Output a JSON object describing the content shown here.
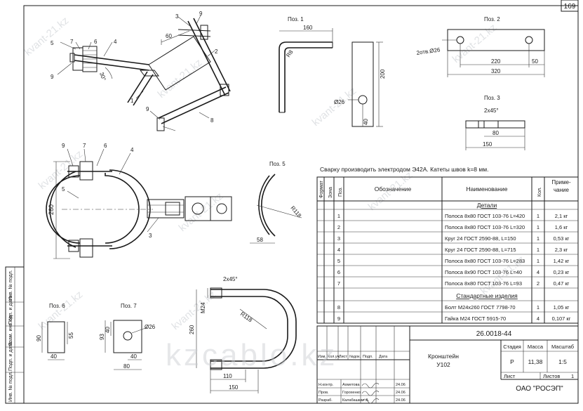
{
  "sheet": {
    "page_number": "169"
  },
  "side_stamp": [
    "Инв. № подл.",
    "Подп. и дата",
    "Взам. инв. №",
    "Подп. и дата",
    "Инв. № подл."
  ],
  "watermark": {
    "diagonal": "kvant-21.kz",
    "center": "kzcablo.kz"
  },
  "assembly_view": {
    "callouts": [
      "1",
      "2",
      "3",
      "4",
      "5",
      "6",
      "7",
      "8",
      "9",
      "9",
      "9"
    ],
    "dims": {
      "d60": "60",
      "angle": "30°"
    }
  },
  "section_view": {
    "callouts": [
      "9",
      "7",
      "6",
      "4",
      "5",
      "3"
    ],
    "dims": {
      "height": "260"
    }
  },
  "pos1": {
    "label": "Поз. 1",
    "dims": {
      "w": "160",
      "h": "200",
      "r": "R8",
      "hole": "Ø26",
      "off": "40"
    }
  },
  "pos2": {
    "label": "Поз. 2",
    "dims": {
      "holes": "2отв.Ø26",
      "a": "220",
      "b": "50",
      "total": "320"
    }
  },
  "pos3": {
    "label": "Поз. 3",
    "dims": {
      "chamfer": "2x45°",
      "a": "80",
      "total": "150"
    }
  },
  "pos5": {
    "label": "Поз. 5",
    "dims": {
      "r": "R118",
      "w": "58"
    }
  },
  "pos6": {
    "label": "Поз. 6",
    "dims": {
      "h": "90",
      "a": "55",
      "w": "40"
    }
  },
  "pos7": {
    "label": "Поз. 7",
    "dims": {
      "h": "93",
      "a": "40",
      "hole": "Ø26",
      "b": "40",
      "w": "80"
    }
  },
  "pos8": {
    "dims": {
      "chamfer": "2x45°",
      "thread": "M24",
      "r": "R118",
      "h": "260",
      "a": "110",
      "total": "150"
    }
  },
  "note": "Сварку производить электродом Э42А. Катеты швов k=8 мм.",
  "spec_table": {
    "headers": {
      "format": "Формат",
      "zone": "Зона",
      "pos": "Поз.",
      "designation": "Обозначение",
      "name": "Наименование",
      "qty": "Кол.",
      "note": "Приме-чание"
    },
    "section_details": "Детали",
    "section_std": "Стандартные изделия",
    "rows": [
      {
        "pos": "1",
        "name": "Полоса 8х80 ГОСТ 103-76 L=420",
        "qty": "1",
        "note": "2,1 кг"
      },
      {
        "pos": "2",
        "name": "Полоса 8х80 ГОСТ 103-76 L=320",
        "qty": "1",
        "note": "1,6 кг"
      },
      {
        "pos": "3",
        "name": "Круг 24 ГОСТ 2590-88, L=150",
        "qty": "1",
        "note": "0,53 кг"
      },
      {
        "pos": "4",
        "name": "Круг 24 ГОСТ 2590-88, L=715",
        "qty": "1",
        "note": "2,3 кг"
      },
      {
        "pos": "5",
        "name": "Полоса 8х80 ГОСТ 103-76 L=283",
        "qty": "1",
        "note": "1,42 кг"
      },
      {
        "pos": "6",
        "name": "Полоса 8х90 ГОСТ 103-76 L=40",
        "qty": "4",
        "note": "0,23 кг"
      },
      {
        "pos": "7",
        "name": "Полоса 8х80 ГОСТ 103-76 L=93",
        "qty": "2",
        "note": "0,47 кг"
      }
    ],
    "std_rows": [
      {
        "pos": "8",
        "name": "Болт М24х260 ГОСТ 7798-70",
        "qty": "1",
        "note": "1,05 кг"
      },
      {
        "pos": "9",
        "name": "Гайка М24 ГОСТ 5915-70",
        "qty": "4",
        "note": "0,107 кг"
      }
    ]
  },
  "title_block": {
    "doc_code": "26.0018-44",
    "product_name": "Кронштейн",
    "product_code": "У102",
    "col_labels": [
      "Изм.",
      "Кол.уч.",
      "Лист",
      "№док.",
      "Подп.",
      "Дата"
    ],
    "roles": [
      {
        "role": "Н.контр.",
        "person": "Ахметова",
        "date": "24.06"
      },
      {
        "role": "Пров.",
        "person": "Горохенко",
        "date": "24.06"
      },
      {
        "role": "Разраб.",
        "person": "Калабашкин А.",
        "date": "24.06"
      }
    ],
    "stage_label": "Стадия",
    "mass_label": "Масса",
    "scale_label": "Масштаб",
    "stage": "Р",
    "mass": "11,38",
    "scale": "1:5",
    "sheet_label": "Лист",
    "sheets_label": "Листов",
    "sheets": "1",
    "company": "ОАО \"РОСЭП\""
  }
}
